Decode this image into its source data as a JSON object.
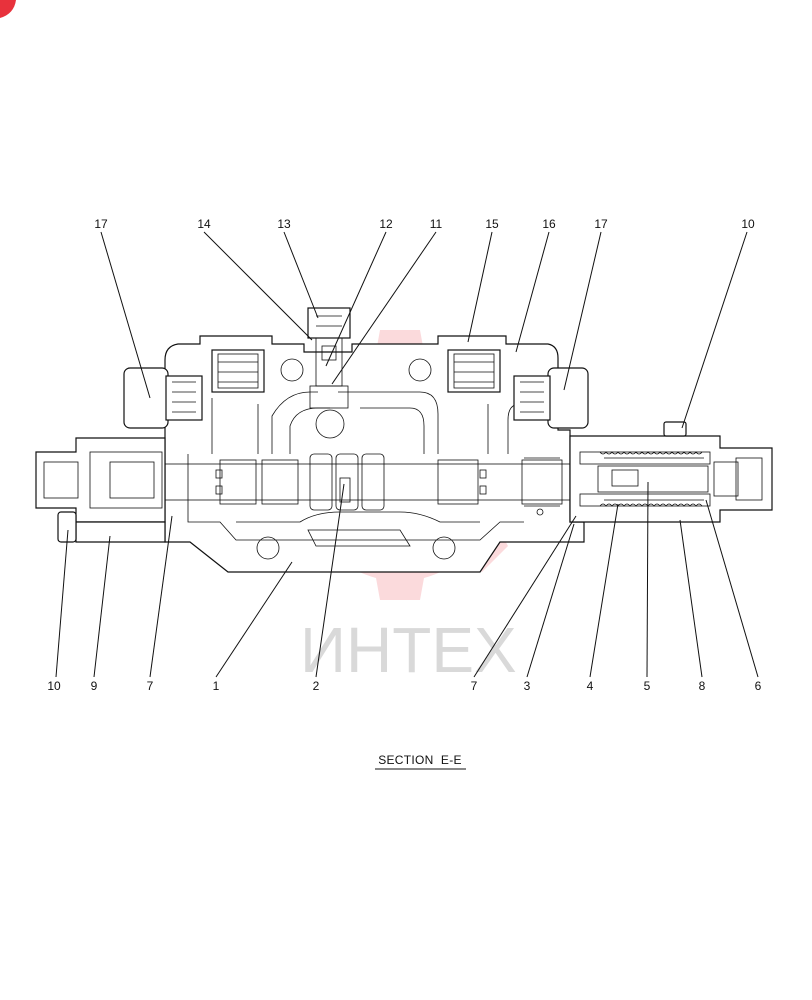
{
  "watermark": {
    "text": "ИНТЕХ",
    "accent_color": "#e8323c"
  },
  "caption": "SECTION  E-E",
  "callouts": {
    "top": [
      "17",
      "14",
      "13",
      "12",
      "11",
      "15",
      "16",
      "17",
      "10"
    ],
    "bottom": [
      "10",
      "9",
      "7",
      "1",
      "2",
      "7",
      "3",
      "4",
      "5",
      "8",
      "6"
    ]
  }
}
